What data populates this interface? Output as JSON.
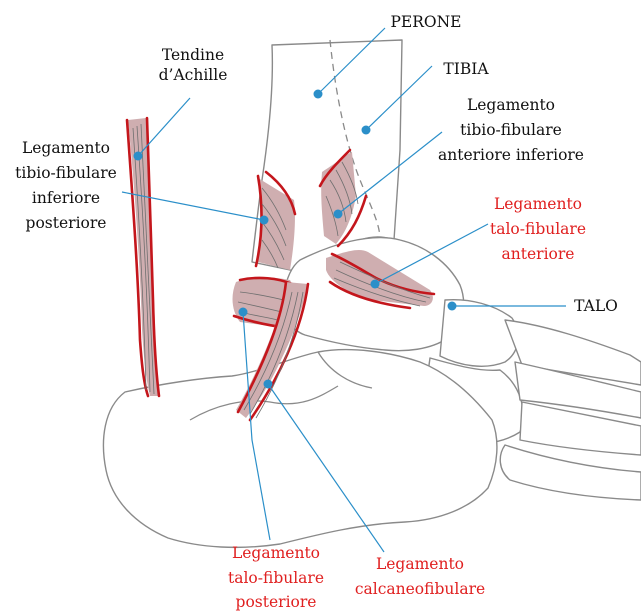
{
  "colors": {
    "label_black": "#111111",
    "label_red": "#e02020",
    "leader_blue": "#2b8fc9",
    "ligament_fill": "#cfaeb0",
    "ligament_edge": "#c4161c",
    "bone_stroke": "#8a8a8a"
  },
  "labels": {
    "perone": "PERONE",
    "tibia": "TIBIA",
    "talo": "TALO",
    "achille": [
      "Tendine",
      "d’Achille"
    ],
    "tibio_posteriore": [
      "Legamento",
      "tibio-fibulare",
      "inferiore",
      "posteriore"
    ],
    "tibio_anteriore": [
      "Legamento",
      "tibio-fibulare",
      "anteriore inferiore"
    ],
    "talo_anteriore": [
      "Legamento",
      "talo-fibulare",
      "anteriore"
    ],
    "talo_posteriore": [
      "Legamento",
      "talo-fibulare",
      "posteriore"
    ],
    "calcaneo": [
      "Legamento",
      "calcaneofibulare"
    ]
  }
}
